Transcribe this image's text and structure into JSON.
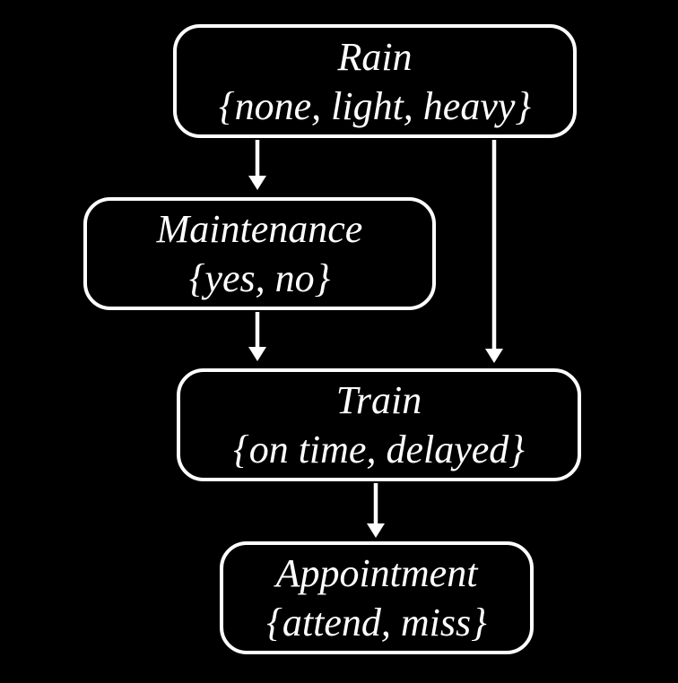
{
  "diagram": {
    "type": "bayesian-network",
    "colors": {
      "background": "#000000",
      "node_border": "#ffffff",
      "node_fill": "#000000",
      "text": "#ffffff",
      "arrow": "#ffffff"
    },
    "nodes": {
      "rain": {
        "name": "Rain",
        "domain": "{none, light, heavy}"
      },
      "maintenance": {
        "name": "Maintenance",
        "domain": "{yes, no}"
      },
      "train": {
        "name": "Train",
        "domain": "{on time, delayed}"
      },
      "appointment": {
        "name": "Appointment",
        "domain": "{attend, miss}"
      }
    },
    "edges": [
      {
        "from": "Rain",
        "to": "Maintenance"
      },
      {
        "from": "Rain",
        "to": "Train"
      },
      {
        "from": "Maintenance",
        "to": "Train"
      },
      {
        "from": "Train",
        "to": "Appointment"
      }
    ]
  }
}
